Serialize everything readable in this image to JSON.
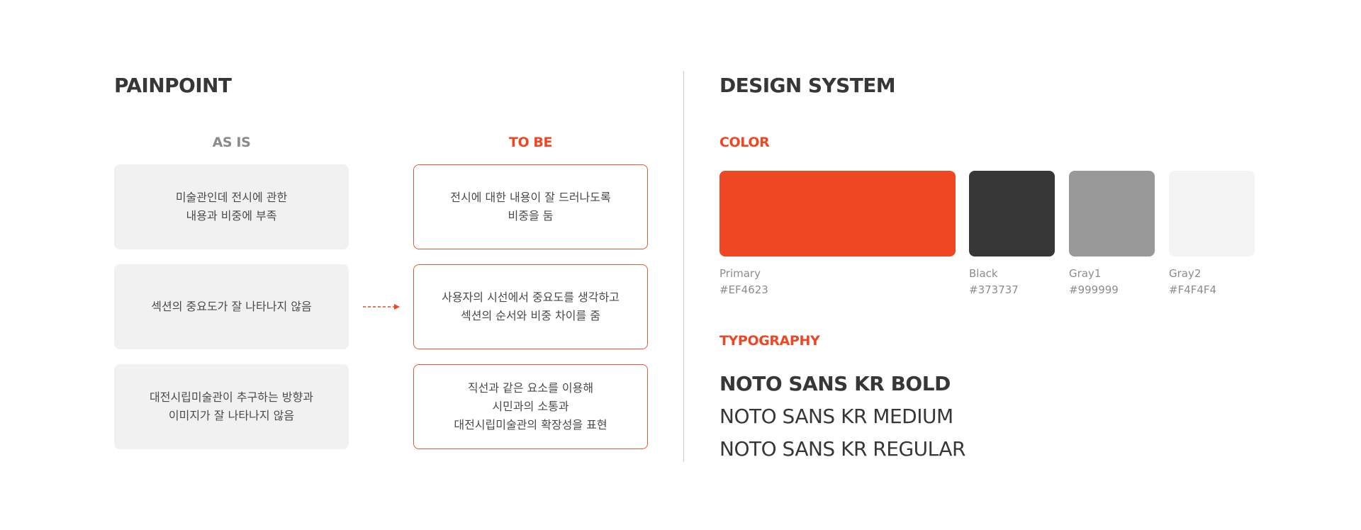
{
  "painpoint": {
    "title": "PAINPOINT",
    "as_is_label": "AS IS",
    "to_be_label": "TO BE",
    "as_is": [
      "미술관인데 전시에 관한\n내용과 비중에 부족",
      "섹션의 중요도가 잘 나타나지 않음",
      "대전시립미술관이 추구하는 방향과\n이미지가 잘 나타나지 않음"
    ],
    "to_be": [
      "전시에 대한 내용이 잘 드러나도록\n비중을 둠",
      "사용자의 시선에서 중요도를 생각하고\n섹션의 순서와 비중 차이를 줌",
      "직선과 같은 요소를 이용해\n시민과의 소통과\n대전시립미술관의 확장성을 표현"
    ]
  },
  "design_system": {
    "title": "DESIGN SYSTEM",
    "color_label": "COLOR",
    "colors": [
      {
        "name": "Primary",
        "hex": "#EF4623"
      },
      {
        "name": "Black",
        "hex": "#373737"
      },
      {
        "name": "Gray1",
        "hex": "#999999"
      },
      {
        "name": "Gray2",
        "hex": "#F4F4F4"
      }
    ],
    "typography_label": "TYPOGRAPHY",
    "typography": [
      "NOTO SANS KR BOLD",
      "NOTO SANS KR MEDIUM",
      "NOTO SANS KR REGULAR"
    ]
  },
  "accent_color": "#EF4623",
  "icons": {
    "arrow": "dashed-arrow-right-icon"
  }
}
